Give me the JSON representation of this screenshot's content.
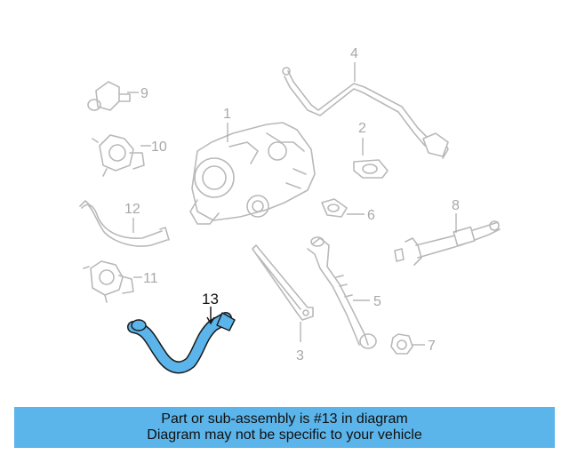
{
  "diagram": {
    "callouts": [
      "1",
      "2",
      "3",
      "4",
      "5",
      "6",
      "7",
      "8",
      "9",
      "10",
      "11",
      "12",
      "13"
    ],
    "highlighted_part": "13",
    "highlight_color": "#5bb4ea"
  },
  "banner": {
    "line1": "Part or sub-assembly is #13 in diagram",
    "line2": "Diagram may not be specific to your vehicle",
    "color": "#5bb4ea"
  }
}
